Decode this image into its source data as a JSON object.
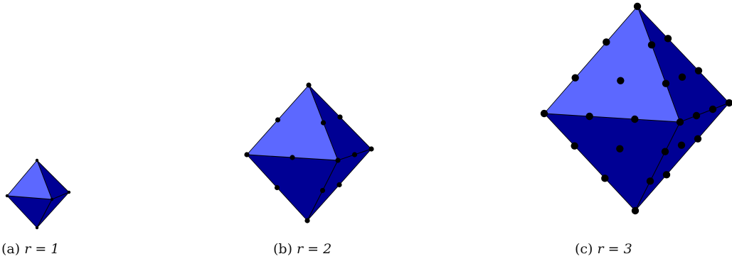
{
  "colors": {
    "face_light": "#5c68ff",
    "face_dark": "#000094",
    "edge": "#000000",
    "node": "#000000"
  },
  "panels": [
    {
      "id": "a",
      "tag": "(a)",
      "label": "r = 1",
      "r": 1
    },
    {
      "id": "b",
      "tag": "(b)",
      "label": "r = 2",
      "r": 2
    },
    {
      "id": "c",
      "tag": "(c)",
      "label": "r = 3",
      "r": 3
    }
  ]
}
